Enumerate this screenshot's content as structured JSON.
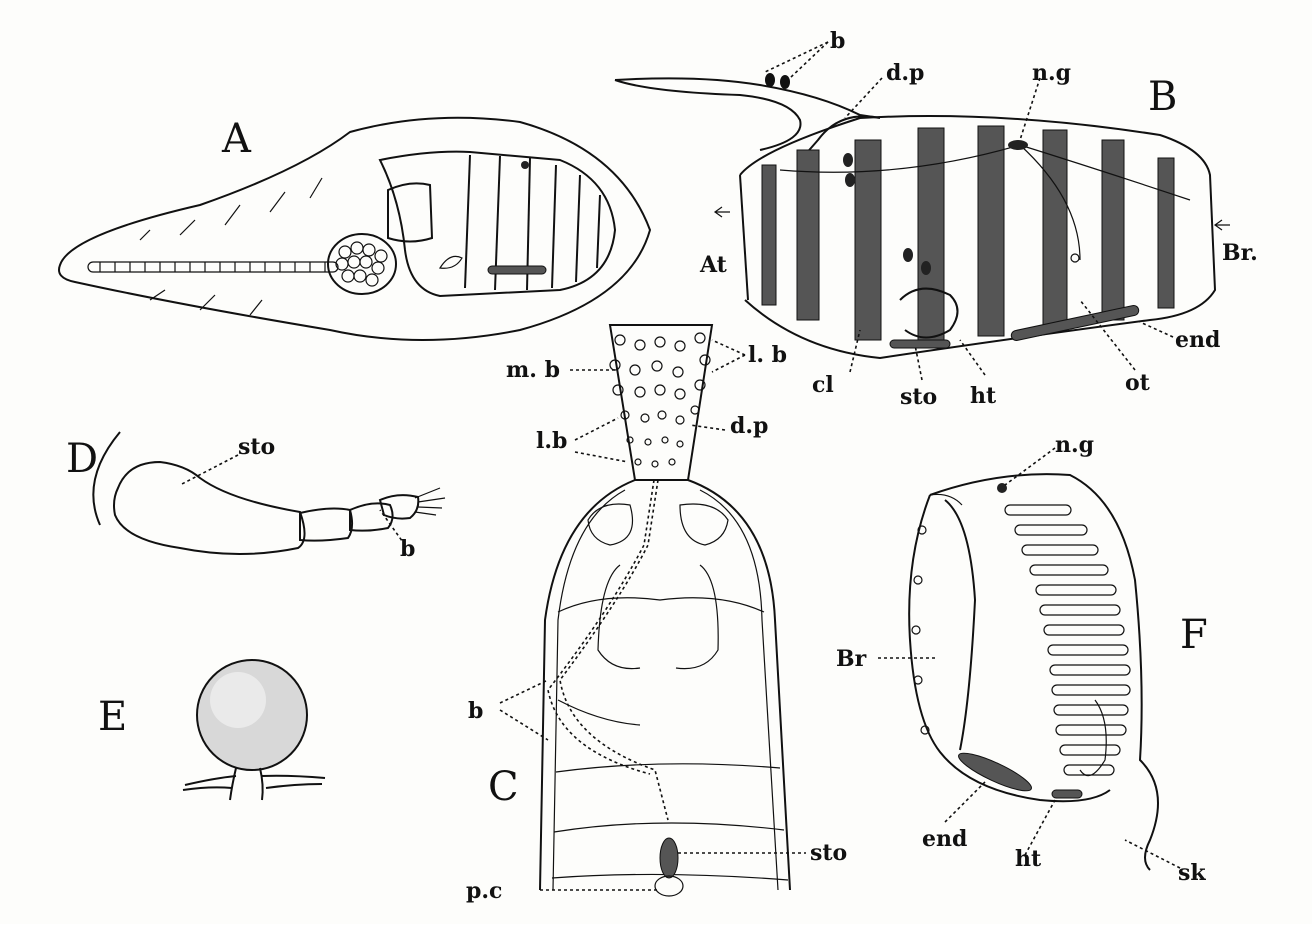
{
  "figures": {
    "A": {
      "letter": "A"
    },
    "B": {
      "letter": "B",
      "labels": [
        "b",
        "d.p",
        "n.g",
        "At",
        "Br.",
        "cl",
        "sto",
        "ht",
        "ot",
        "end"
      ]
    },
    "C": {
      "letter": "C",
      "labels": [
        "m. b",
        "l. b",
        "l.b",
        "d.p",
        "b",
        "sto",
        "p.c"
      ]
    },
    "D": {
      "letter": "D",
      "labels": [
        "sto",
        "b"
      ]
    },
    "E": {
      "letter": "E"
    },
    "F": {
      "letter": "F",
      "labels": [
        "n.g",
        "Br",
        "end",
        "ht",
        "sk"
      ]
    }
  },
  "colors": {
    "ink": "#111111",
    "paper": "#fdfdfb",
    "band": "#555555"
  }
}
